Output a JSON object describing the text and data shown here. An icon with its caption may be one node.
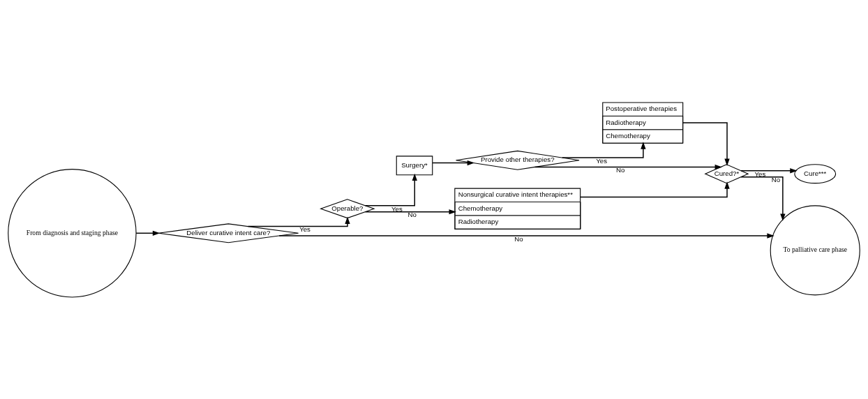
{
  "diagram": {
    "nodes": [
      {
        "text": [
          "From diagnosis and staging phase"
        ]
      },
      {
        "text": [
          "Deliver curative intent care?"
        ]
      },
      {
        "text": [
          "Operable?"
        ]
      },
      {
        "text": [
          "Surgery*"
        ]
      },
      {
        "text": [
          "Provide other therapies?"
        ]
      },
      {
        "text": [
          "Postoperative therapies",
          "Radiotherapy",
          "Chemotherapy"
        ]
      },
      {
        "text": [
          "Nonsurgical curative intent therapies**",
          "Chemotherapy",
          "Radiotherapy"
        ]
      },
      {
        "text": [
          "Cured?*"
        ]
      },
      {
        "text": [
          "Cure***"
        ]
      },
      {
        "text": [
          "To palliative care phase"
        ]
      }
    ],
    "edges": [
      {
        "from": 0,
        "to": 1,
        "arrow": "to"
      },
      {
        "from": 1,
        "to": 2,
        "arrow": "to",
        "label": "Yes"
      },
      {
        "from": 2,
        "to": 3,
        "arrow": "to",
        "label": "Yes"
      },
      {
        "from": 3,
        "to": 4,
        "arrow": "to"
      },
      {
        "from": 4,
        "to": 5,
        "arrow": "to",
        "label": "Yes"
      },
      {
        "from": 2,
        "to": 6,
        "arrow": "to",
        "label": "No"
      },
      {
        "from": 4,
        "to": 7,
        "arrow": "to",
        "label": "No"
      },
      {
        "from": 6,
        "to": 7,
        "arrow": "to"
      },
      {
        "from": 5,
        "to": 7,
        "arrow": "to"
      },
      {
        "from": 7,
        "to": 8,
        "arrow": "to",
        "label": "Yes"
      },
      {
        "from": 7,
        "to": 9,
        "arrow": "to",
        "label": "No"
      },
      {
        "from": 1,
        "to": 9,
        "arrow": "to",
        "label": "No"
      }
    ]
  }
}
